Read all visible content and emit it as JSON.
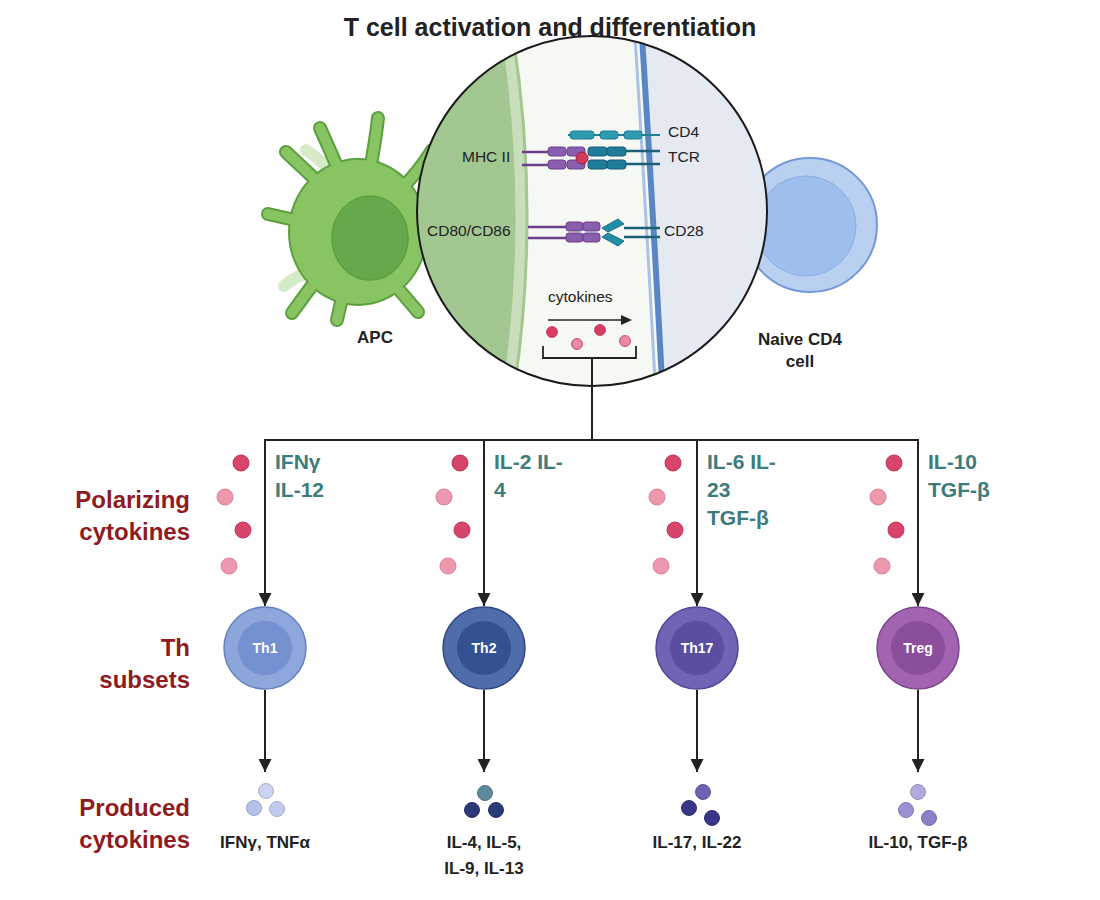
{
  "diagram": {
    "title": "T cell activation and differentiation",
    "nodes": [
      {
        "text": [
          "APC"
        ]
      },
      {
        "text": [
          "MHC II",
          "CD4",
          "TCR",
          "CD80/CD86",
          "CD28",
          "cytokines"
        ]
      },
      {
        "text": [
          "Naive CD4 cell"
        ]
      },
      {
        "text": [
          "Th1"
        ]
      },
      {
        "text": [
          "Th2"
        ]
      },
      {
        "text": [
          "Th17"
        ]
      },
      {
        "text": [
          "Treg"
        ]
      },
      {
        "text": [
          "IFNγ, TNFα"
        ]
      },
      {
        "text": [
          "IL-4, IL-5, IL-9, IL-13"
        ]
      },
      {
        "text": [
          "IL-17, IL-22"
        ]
      },
      {
        "text": [
          "IL-10, TGF-β"
        ]
      }
    ],
    "edges": [
      {
        "from": 1,
        "to": 3,
        "arrow": "to",
        "label": "IFNγ IL-12"
      },
      {
        "from": 1,
        "to": 4,
        "arrow": "to",
        "label": "IL-2 IL-4"
      },
      {
        "from": 1,
        "to": 5,
        "arrow": "to",
        "label": "IL-6 IL-23 TGF-β"
      },
      {
        "from": 1,
        "to": 6,
        "arrow": "to",
        "label": "IL-10 TGF-β"
      },
      {
        "from": 3,
        "to": 7,
        "arrow": "to"
      },
      {
        "from": 4,
        "to": 8,
        "arrow": "to"
      },
      {
        "from": 5,
        "to": 9,
        "arrow": "to"
      },
      {
        "from": 6,
        "to": 10,
        "arrow": "to"
      }
    ],
    "labels": [
      "Polarizing cytokines",
      "Th subsets",
      "Produced cytokines"
    ]
  }
}
